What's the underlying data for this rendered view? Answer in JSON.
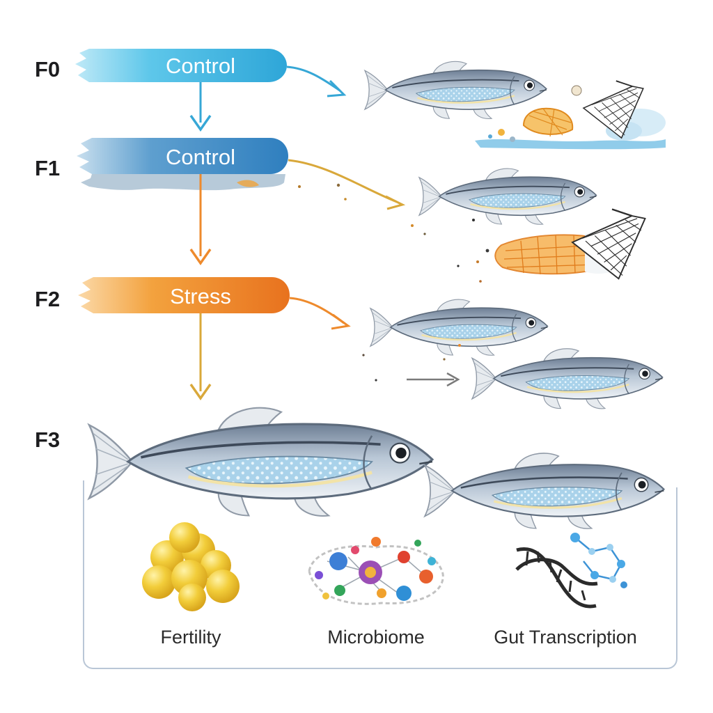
{
  "generations": [
    {
      "label": "F0",
      "treatment": "Control"
    },
    {
      "label": "F1",
      "treatment": "Control"
    },
    {
      "label": "F2",
      "treatment": "Stress"
    },
    {
      "label": "F3",
      "treatment": ""
    }
  ],
  "outcomes": [
    {
      "label": "Fertility",
      "icon": "egg-cluster-icon"
    },
    {
      "label": "Microbiome",
      "icon": "microbiome-network-icon"
    },
    {
      "label": "Gut Transcription",
      "icon": "dna-helix-icon"
    }
  ],
  "colors": {
    "control_f0": "#3fb8de",
    "control_f1": "#3b8fc6",
    "stress": "#ef8a2a",
    "arrow_blue": "#36a7d6",
    "arrow_orange": "#ee8a2c",
    "arrow_gold": "#d9a83a",
    "fish_body": "#8a9db4",
    "fish_belly_spots": "#a9d2ea",
    "panel_border": "#b9c6d6"
  }
}
